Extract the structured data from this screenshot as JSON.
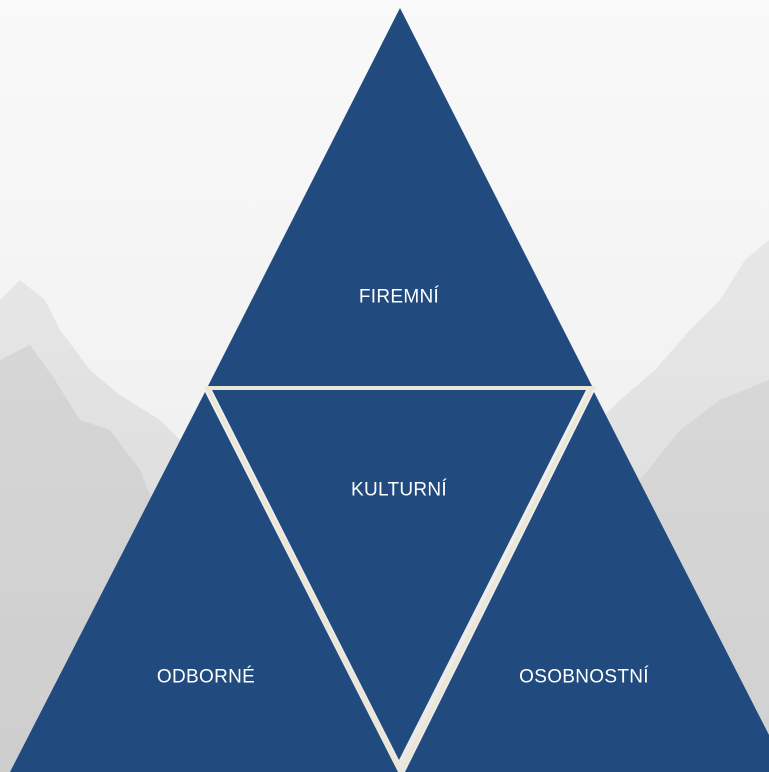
{
  "diagram": {
    "segments": [
      {
        "id": "top",
        "label": "FIREMNÍ"
      },
      {
        "id": "center",
        "label": "KULTURNÍ"
      },
      {
        "id": "left",
        "label": "ODBORNÉ"
      },
      {
        "id": "right",
        "label": "OSOBNOSTNÍ"
      }
    ],
    "colors": {
      "fill": "#214B7E",
      "separator": "#ECE6D6",
      "text": "#FFFFFF"
    }
  }
}
